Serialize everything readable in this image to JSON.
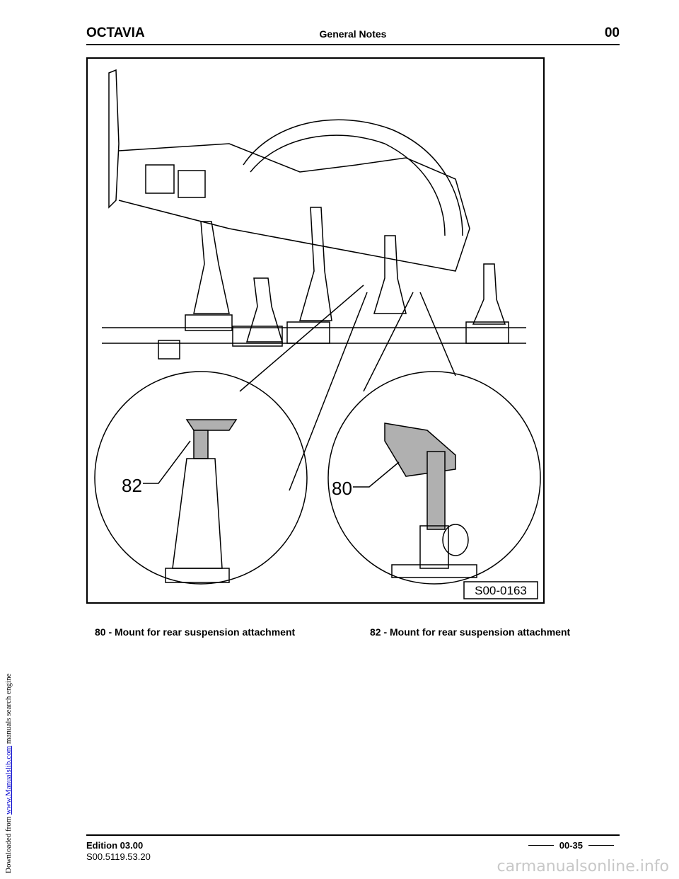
{
  "sidebar": {
    "prefix": "Downloaded from ",
    "link": "www.Manualslib.com",
    "suffix": " manuals search engine"
  },
  "header": {
    "brand": "OCTAVIA",
    "section": "General Notes",
    "chapter": "00"
  },
  "figure": {
    "callouts": [
      "82",
      "80"
    ],
    "figure_id": "S00-0163"
  },
  "captions": {
    "item_80": "80 - Mount for rear suspension attachment",
    "item_82": "82 - Mount for rear suspension attachment"
  },
  "footer": {
    "edition": "Edition 03.00",
    "code": "S00.5119.53.20",
    "page": "00-35"
  },
  "watermark": "carmanualsonline.info"
}
